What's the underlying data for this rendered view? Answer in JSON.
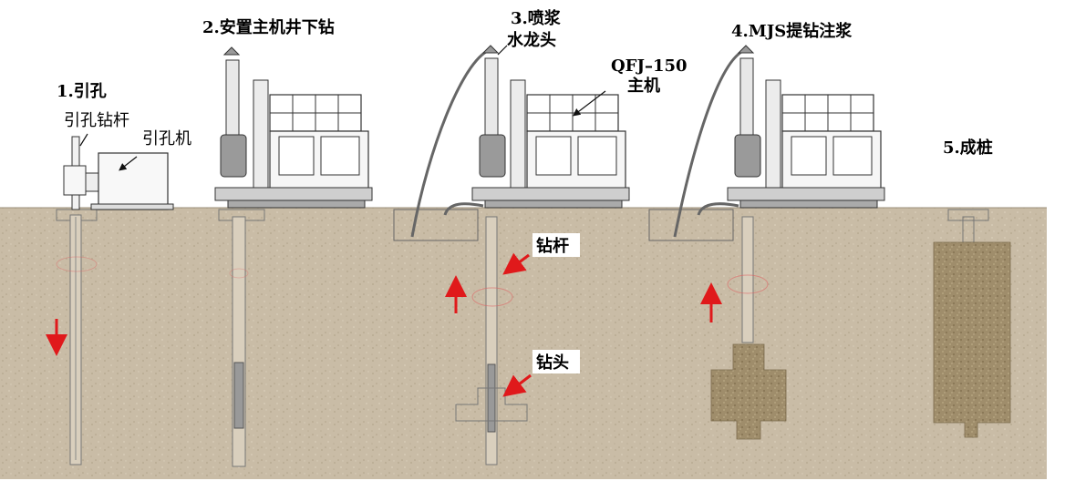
{
  "steps": {
    "s1": "1.引孔",
    "s2": "2.安置主机井下钻",
    "s3a": "3.喷浆",
    "s3b": "水龙头",
    "s4": "4.MJS提钻注浆",
    "s5": "5.成桩"
  },
  "labels": {
    "drill_rod_1": "引孔钻杆",
    "drill_machine": "引孔机",
    "host_model": "QFJ–150",
    "host": "主机",
    "rod": "钻杆",
    "bit": "钻头"
  },
  "colors": {
    "soil": "#c8bba5",
    "soil_dark": "#b3a58c",
    "grout": "#9c8a68",
    "arrow": "#e0191b",
    "machine": "#f4f4f4",
    "stroke": "#333333"
  }
}
